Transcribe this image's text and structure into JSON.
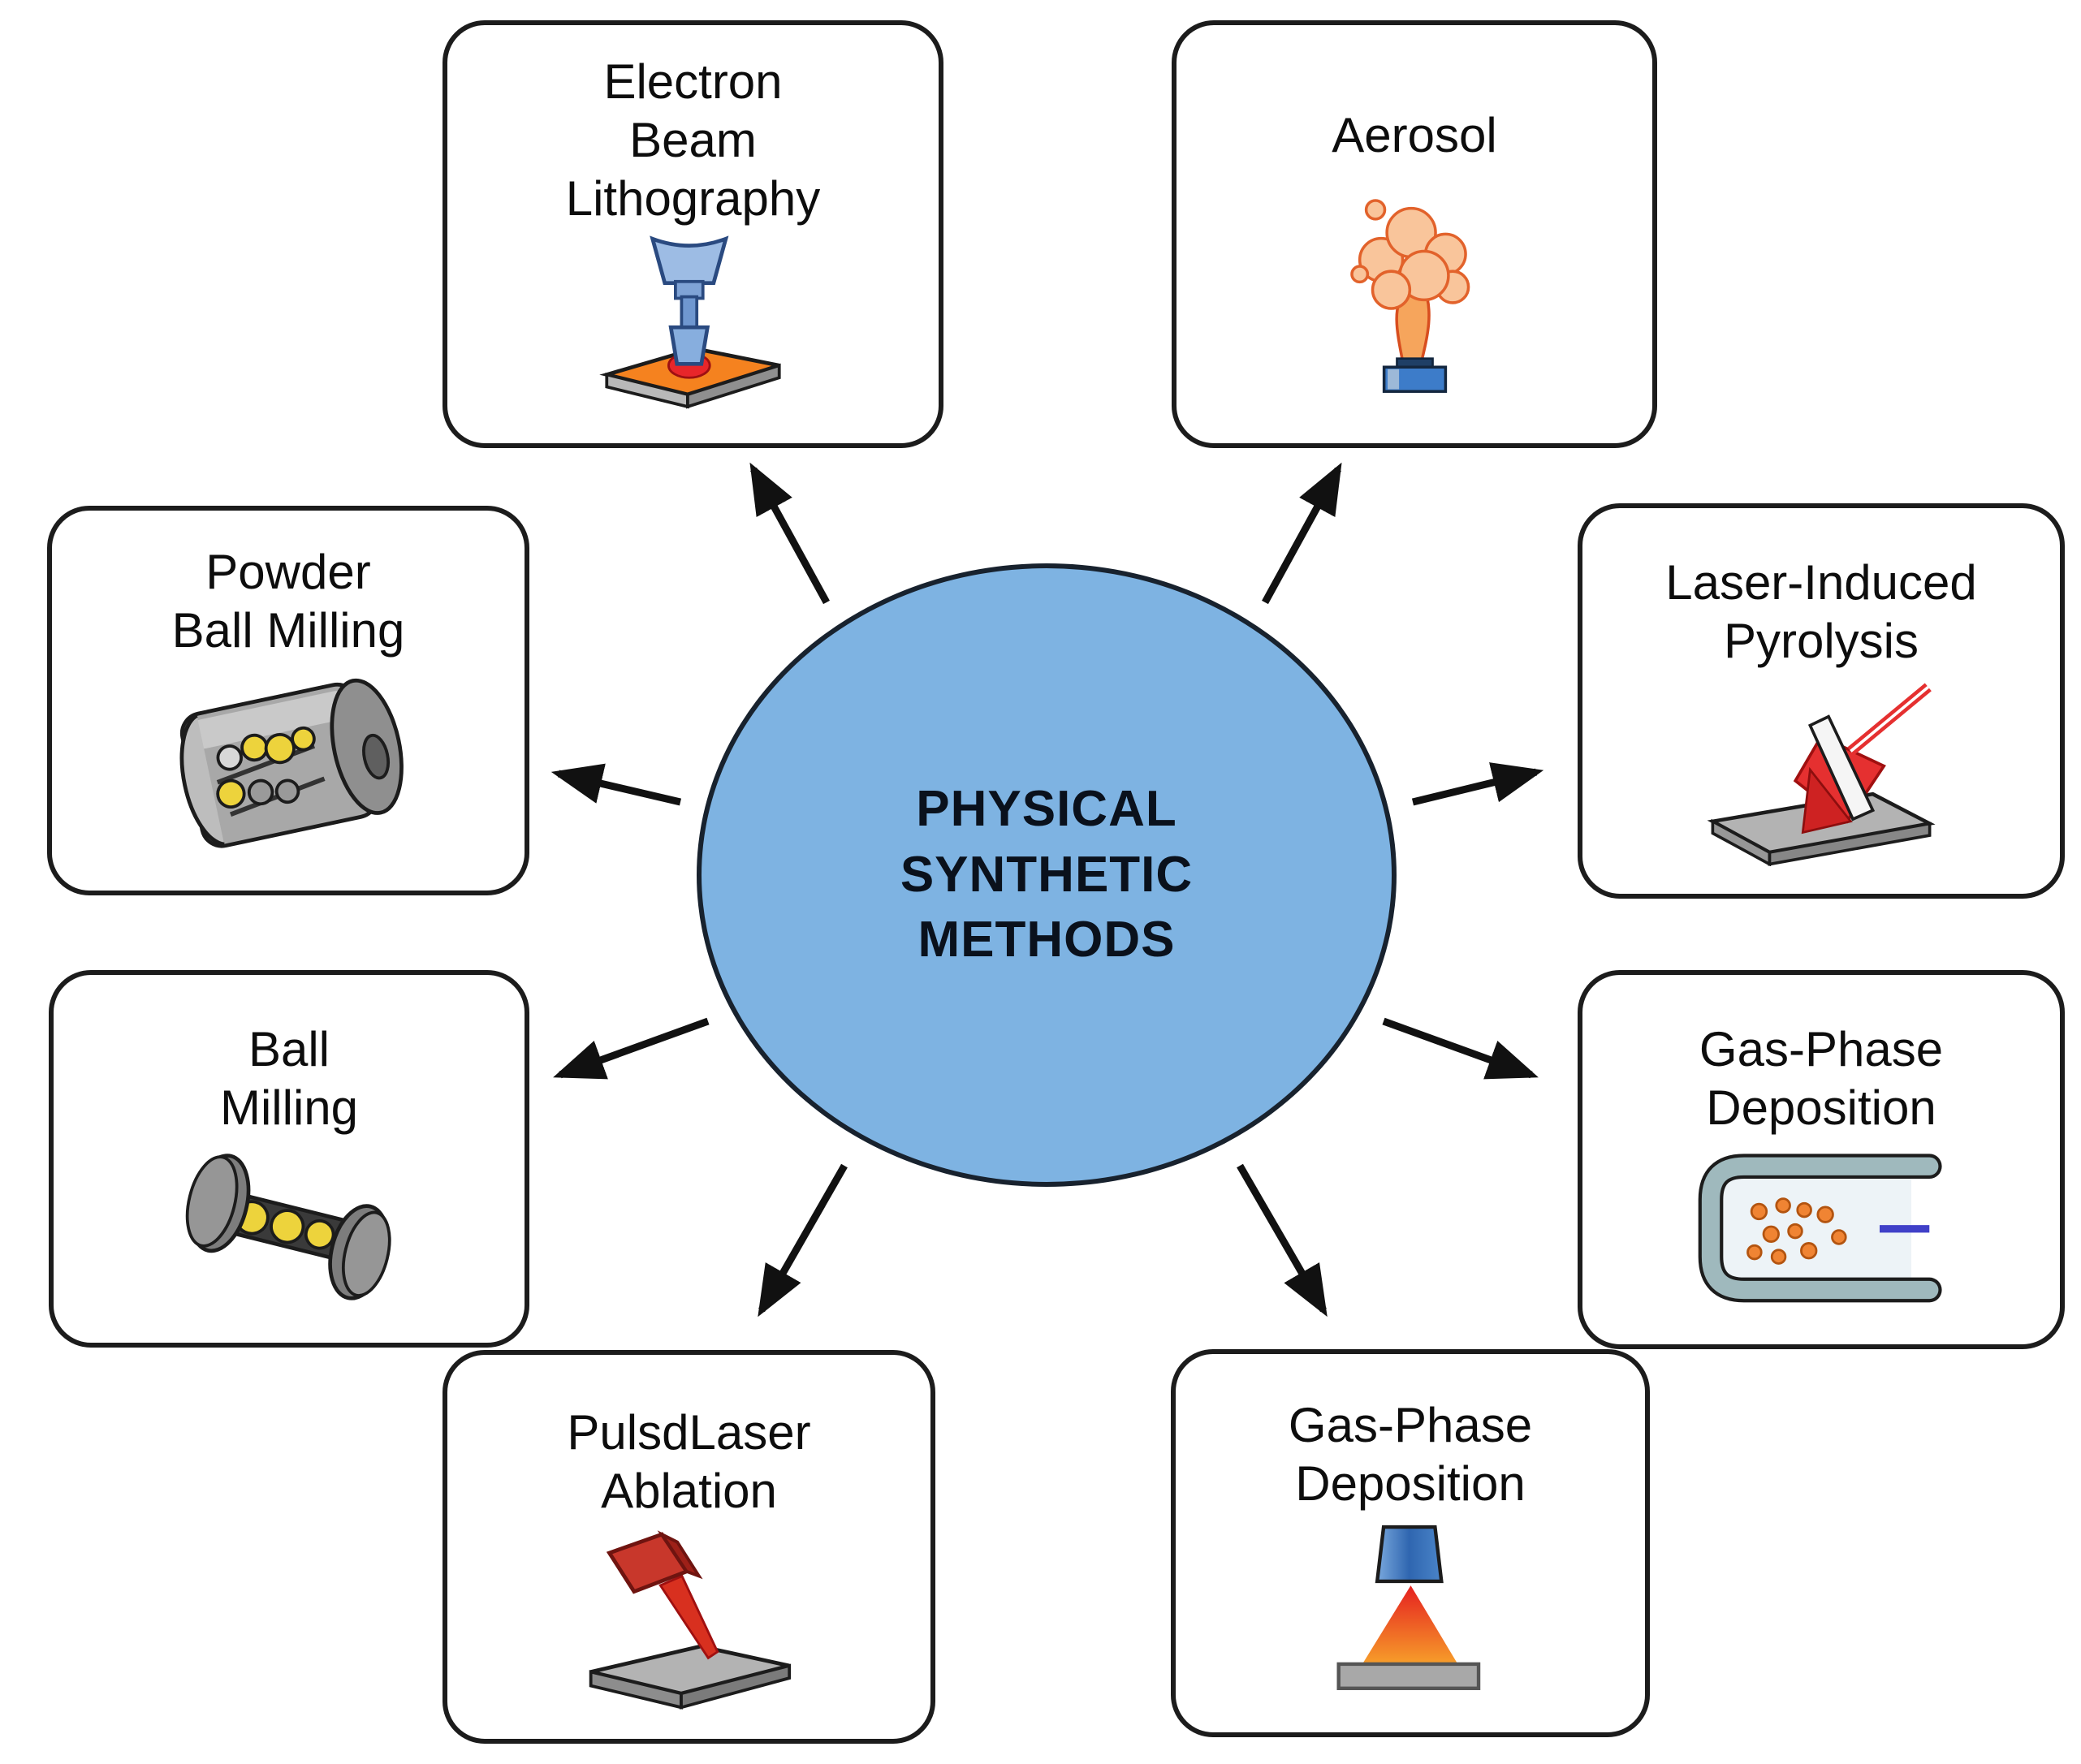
{
  "figure": {
    "title_node": {
      "lines": [
        "PHYSICAL",
        "SYNTHETIC",
        "METHODS"
      ],
      "fill": "#7EB3E2"
    },
    "nodes": [
      {
        "id": "electron-beam-lithography",
        "lines": [
          "Electron",
          "Beam",
          "Lithography"
        ],
        "icon": "electron-beam-column-substrate-icon"
      },
      {
        "id": "aerosol",
        "lines": [
          "Aerosol"
        ],
        "icon": "aerosol-spray-cloud-icon"
      },
      {
        "id": "powder-ball-milling",
        "lines": [
          "Powder",
          "Ball Milling"
        ],
        "icon": "powder-ball-mill-drum-icon"
      },
      {
        "id": "laser-induced-pyrolysis",
        "lines": [
          "Laser-Induced",
          "Pyrolysis"
        ],
        "icon": "laser-beam-mirror-substrate-icon"
      },
      {
        "id": "ball-milling",
        "lines": [
          "Ball",
          "Milling"
        ],
        "icon": "ball-mill-capsule-icon"
      },
      {
        "id": "gas-phase-deposition-right",
        "lines": [
          "Gas-Phase",
          "Deposition"
        ],
        "icon": "deposition-tube-particles-icon"
      },
      {
        "id": "pulsed-laser-ablation",
        "lines": [
          "PulsdLaser",
          "Ablation"
        ],
        "icon": "pulsed-laser-substrate-icon"
      },
      {
        "id": "gas-phase-deposition-bottom",
        "lines": [
          "Gas-Phase",
          "Deposition"
        ],
        "icon": "nozzle-flame-substrate-icon"
      }
    ],
    "connections": [
      {
        "from": "center",
        "to": "electron-beam-lithography"
      },
      {
        "from": "center",
        "to": "aerosol"
      },
      {
        "from": "center",
        "to": "powder-ball-milling"
      },
      {
        "from": "center",
        "to": "laser-induced-pyrolysis"
      },
      {
        "from": "center",
        "to": "ball-milling"
      },
      {
        "from": "center",
        "to": "gas-phase-deposition-right"
      },
      {
        "from": "center",
        "to": "pulsed-laser-ablation"
      },
      {
        "from": "center",
        "to": "gas-phase-deposition-bottom"
      }
    ],
    "colors": {
      "center_fill": "#7EB3E2",
      "outline": "#1c1c1c",
      "arrow": "#111111",
      "background": "#ffffff",
      "laser_red": "#E53030",
      "plate_gray": "#b3b3b3",
      "ball_yellow": "#EDD33C",
      "particle_orange": "#F08433",
      "nozzle_blue": "#3D7CC9"
    }
  }
}
